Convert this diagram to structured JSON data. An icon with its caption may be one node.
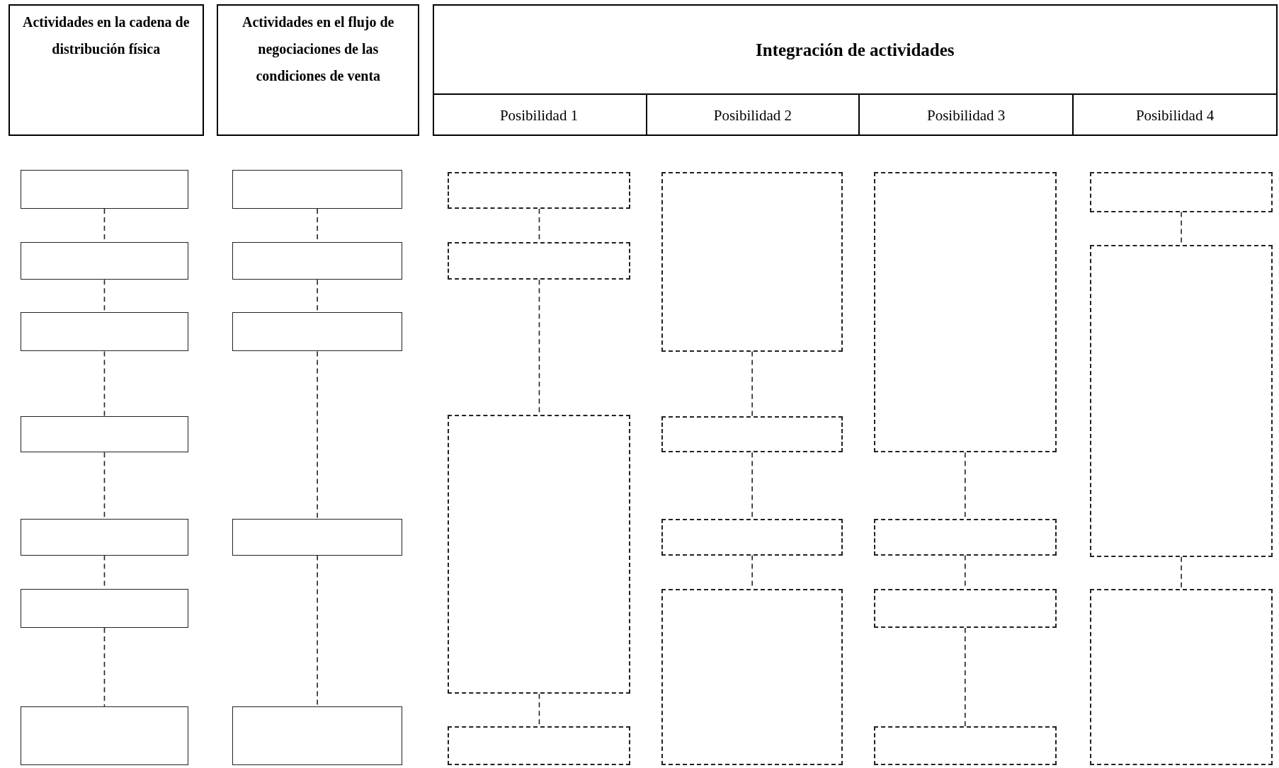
{
  "diagram": {
    "nodes": [
      {
        "text": [
          "Actividades en la cadena de distribución física"
        ]
      },
      {
        "text": [
          "Actividades en el flujo de negociaciones de las condiciones de venta"
        ]
      },
      {
        "text": [
          "Integración de actividades"
        ]
      },
      {
        "text": [
          "Posibilidad 1"
        ],
        "in": 2
      },
      {
        "text": [
          "Posibilidad 2"
        ],
        "in": 2
      },
      {
        "text": [
          "Posibilidad 3"
        ],
        "in": 2
      },
      {
        "text": [
          "Posibilidad 4"
        ],
        "in": 2
      },
      {
        "text": [],
        "shape": "box"
      },
      {
        "text": [],
        "shape": "box"
      },
      {
        "text": [],
        "shape": "box"
      },
      {
        "text": [],
        "shape": "box"
      },
      {
        "text": [],
        "shape": "box"
      },
      {
        "text": [],
        "shape": "box"
      },
      {
        "text": [],
        "shape": "box"
      },
      {
        "text": [],
        "shape": "box"
      },
      {
        "text": [],
        "shape": "box"
      },
      {
        "text": [],
        "shape": "box"
      },
      {
        "text": [],
        "shape": "box"
      },
      {
        "text": [],
        "shape": "box"
      },
      {
        "text": [],
        "shape": "box"
      },
      {
        "text": [],
        "shape": "box"
      },
      {
        "text": [],
        "shape": "box"
      },
      {
        "text": [],
        "shape": "box"
      },
      {
        "text": [],
        "shape": "box"
      },
      {
        "text": [],
        "shape": "box"
      },
      {
        "text": [],
        "shape": "box"
      },
      {
        "text": [],
        "shape": "box"
      },
      {
        "text": [],
        "shape": "box"
      },
      {
        "text": [],
        "shape": "box"
      },
      {
        "text": [],
        "shape": "box"
      },
      {
        "text": [],
        "shape": "box"
      },
      {
        "text": [],
        "shape": "box"
      },
      {
        "text": [],
        "shape": "box"
      },
      {
        "text": [],
        "shape": "box"
      }
    ],
    "edges": [
      {
        "from": 7,
        "to": 8,
        "arrow": "none",
        "style": "dashed"
      },
      {
        "from": 8,
        "to": 9,
        "arrow": "none",
        "style": "dashed"
      },
      {
        "from": 9,
        "to": 10,
        "arrow": "none",
        "style": "dashed"
      },
      {
        "from": 10,
        "to": 11,
        "arrow": "none",
        "style": "dashed"
      },
      {
        "from": 11,
        "to": 12,
        "arrow": "none",
        "style": "dashed"
      },
      {
        "from": 12,
        "to": 13,
        "arrow": "none",
        "style": "dashed"
      },
      {
        "from": 14,
        "to": 15,
        "arrow": "none",
        "style": "dashed"
      },
      {
        "from": 15,
        "to": 16,
        "arrow": "none",
        "style": "dashed"
      },
      {
        "from": 16,
        "to": 17,
        "arrow": "none",
        "style": "dashed"
      },
      {
        "from": 17,
        "to": 18,
        "arrow": "none",
        "style": "dashed"
      },
      {
        "from": 19,
        "to": 20,
        "arrow": "none",
        "style": "dashed"
      },
      {
        "from": 20,
        "to": 21,
        "arrow": "none",
        "style": "dashed"
      },
      {
        "from": 21,
        "to": 22,
        "arrow": "none",
        "style": "dashed"
      },
      {
        "from": 23,
        "to": 24,
        "arrow": "none",
        "style": "dashed"
      },
      {
        "from": 24,
        "to": 25,
        "arrow": "none",
        "style": "dashed"
      },
      {
        "from": 25,
        "to": 26,
        "arrow": "none",
        "style": "dashed"
      },
      {
        "from": 27,
        "to": 28,
        "arrow": "none",
        "style": "dashed"
      },
      {
        "from": 28,
        "to": 29,
        "arrow": "none",
        "style": "dashed"
      },
      {
        "from": 29,
        "to": 30,
        "arrow": "none",
        "style": "dashed"
      },
      {
        "from": 31,
        "to": 32,
        "arrow": "none",
        "style": "dashed"
      },
      {
        "from": 32,
        "to": 33,
        "arrow": "none",
        "style": "dashed"
      }
    ]
  }
}
